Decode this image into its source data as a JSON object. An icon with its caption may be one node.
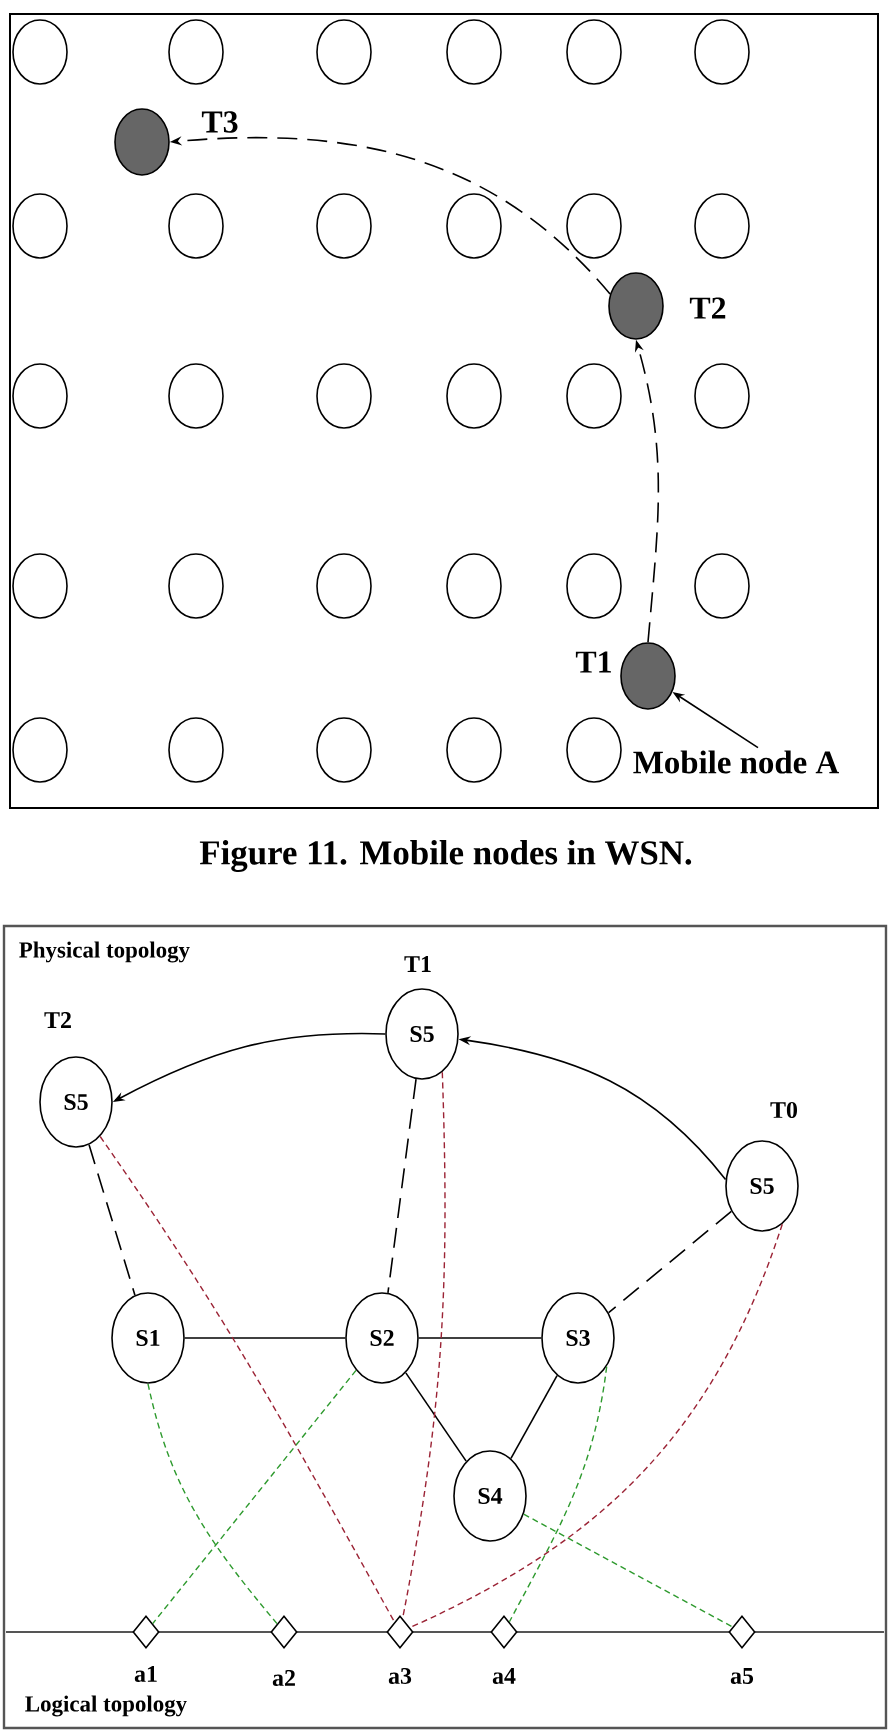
{
  "diagram": {
    "caption": "Figure 11. Mobile nodes in WSN.",
    "nodes": [
      {
        "text": [],
        "shape": "circle"
      },
      {
        "text": [],
        "shape": "circle"
      },
      {
        "text": [],
        "shape": "circle"
      },
      {
        "text": [],
        "shape": "circle"
      },
      {
        "text": [],
        "shape": "circle"
      },
      {
        "text": [],
        "shape": "circle"
      },
      {
        "text": [],
        "shape": "circle",
        "beside": [
          "T3"
        ]
      },
      {
        "text": [],
        "shape": "circle"
      },
      {
        "text": [],
        "shape": "circle"
      },
      {
        "text": [],
        "shape": "circle"
      },
      {
        "text": [],
        "shape": "circle"
      },
      {
        "text": [],
        "shape": "circle"
      },
      {
        "text": [],
        "shape": "circle"
      },
      {
        "text": [],
        "shape": "circle",
        "beside": [
          "T2"
        ]
      },
      {
        "text": [],
        "shape": "circle"
      },
      {
        "text": [],
        "shape": "circle"
      },
      {
        "text": [],
        "shape": "circle"
      },
      {
        "text": [],
        "shape": "circle"
      },
      {
        "text": [],
        "shape": "circle"
      },
      {
        "text": [],
        "shape": "circle"
      },
      {
        "text": [],
        "shape": "circle"
      },
      {
        "text": [],
        "shape": "circle"
      },
      {
        "text": [],
        "shape": "circle"
      },
      {
        "text": [],
        "shape": "circle"
      },
      {
        "text": [],
        "shape": "circle"
      },
      {
        "text": [],
        "shape": "circle"
      },
      {
        "text": [],
        "shape": "circle",
        "beside": [
          "T1"
        ]
      },
      {
        "text": [],
        "shape": "circle"
      },
      {
        "text": [],
        "shape": "circle"
      },
      {
        "text": [],
        "shape": "circle"
      },
      {
        "text": [],
        "shape": "circle"
      },
      {
        "text": [],
        "shape": "circle"
      },
      {
        "text": [
          "Mobile node A"
        ]
      },
      {
        "text": [
          "S5"
        ],
        "beside": [
          "T1"
        ]
      },
      {
        "text": [
          "S5"
        ],
        "beside": [
          "T2"
        ]
      },
      {
        "text": [
          "S5"
        ],
        "beside": [
          "T0"
        ]
      },
      {
        "text": [
          "S1"
        ]
      },
      {
        "text": [
          "S2"
        ]
      },
      {
        "text": [
          "S3"
        ]
      },
      {
        "text": [
          "S4"
        ]
      },
      {
        "text": [],
        "shape": "diamond",
        "beside": [
          "a1"
        ]
      },
      {
        "text": [],
        "shape": "diamond",
        "beside": [
          "a2"
        ]
      },
      {
        "text": [],
        "shape": "diamond",
        "beside": [
          "a3"
        ]
      },
      {
        "text": [],
        "shape": "diamond",
        "beside": [
          "a4"
        ]
      },
      {
        "text": [],
        "shape": "diamond",
        "beside": [
          "a5"
        ]
      }
    ],
    "edges": [
      {
        "from": 26,
        "to": 13,
        "arrow": "to",
        "style": "dashed"
      },
      {
        "from": 13,
        "to": 6,
        "arrow": "to",
        "style": "dashed"
      },
      {
        "from": 32,
        "to": 26,
        "arrow": "to"
      },
      {
        "from": 35,
        "to": 33,
        "arrow": "to"
      },
      {
        "from": 33,
        "to": 34,
        "arrow": "to"
      },
      {
        "from": 34,
        "to": 36,
        "arrow": "none",
        "style": "dashed"
      },
      {
        "from": 33,
        "to": 37,
        "arrow": "none",
        "style": "dashed"
      },
      {
        "from": 35,
        "to": 38,
        "arrow": "none",
        "style": "dashed"
      },
      {
        "from": 36,
        "to": 37,
        "arrow": "none"
      },
      {
        "from": 37,
        "to": 38,
        "arrow": "none"
      },
      {
        "from": 37,
        "to": 39,
        "arrow": "none"
      },
      {
        "from": 38,
        "to": 39,
        "arrow": "none"
      },
      {
        "from": 34,
        "to": 42,
        "arrow": "none",
        "style": "dashed",
        "color": "#9b2335"
      },
      {
        "from": 33,
        "to": 42,
        "arrow": "none",
        "style": "dashed",
        "color": "#9b2335"
      },
      {
        "from": 35,
        "to": 42,
        "arrow": "none",
        "style": "dashed",
        "color": "#9b2335"
      },
      {
        "from": 36,
        "to": 41,
        "arrow": "none",
        "style": "dashed",
        "color": "#2e9a2e"
      },
      {
        "from": 37,
        "to": 40,
        "arrow": "none",
        "style": "dashed",
        "color": "#2e9a2e"
      },
      {
        "from": 38,
        "to": 43,
        "arrow": "none",
        "style": "dashed",
        "color": "#2e9a2e"
      },
      {
        "from": 39,
        "to": 44,
        "arrow": "none",
        "style": "dashed",
        "color": "#2e9a2e"
      }
    ],
    "labels": [
      "Physical topology",
      "Logical topology"
    ]
  }
}
